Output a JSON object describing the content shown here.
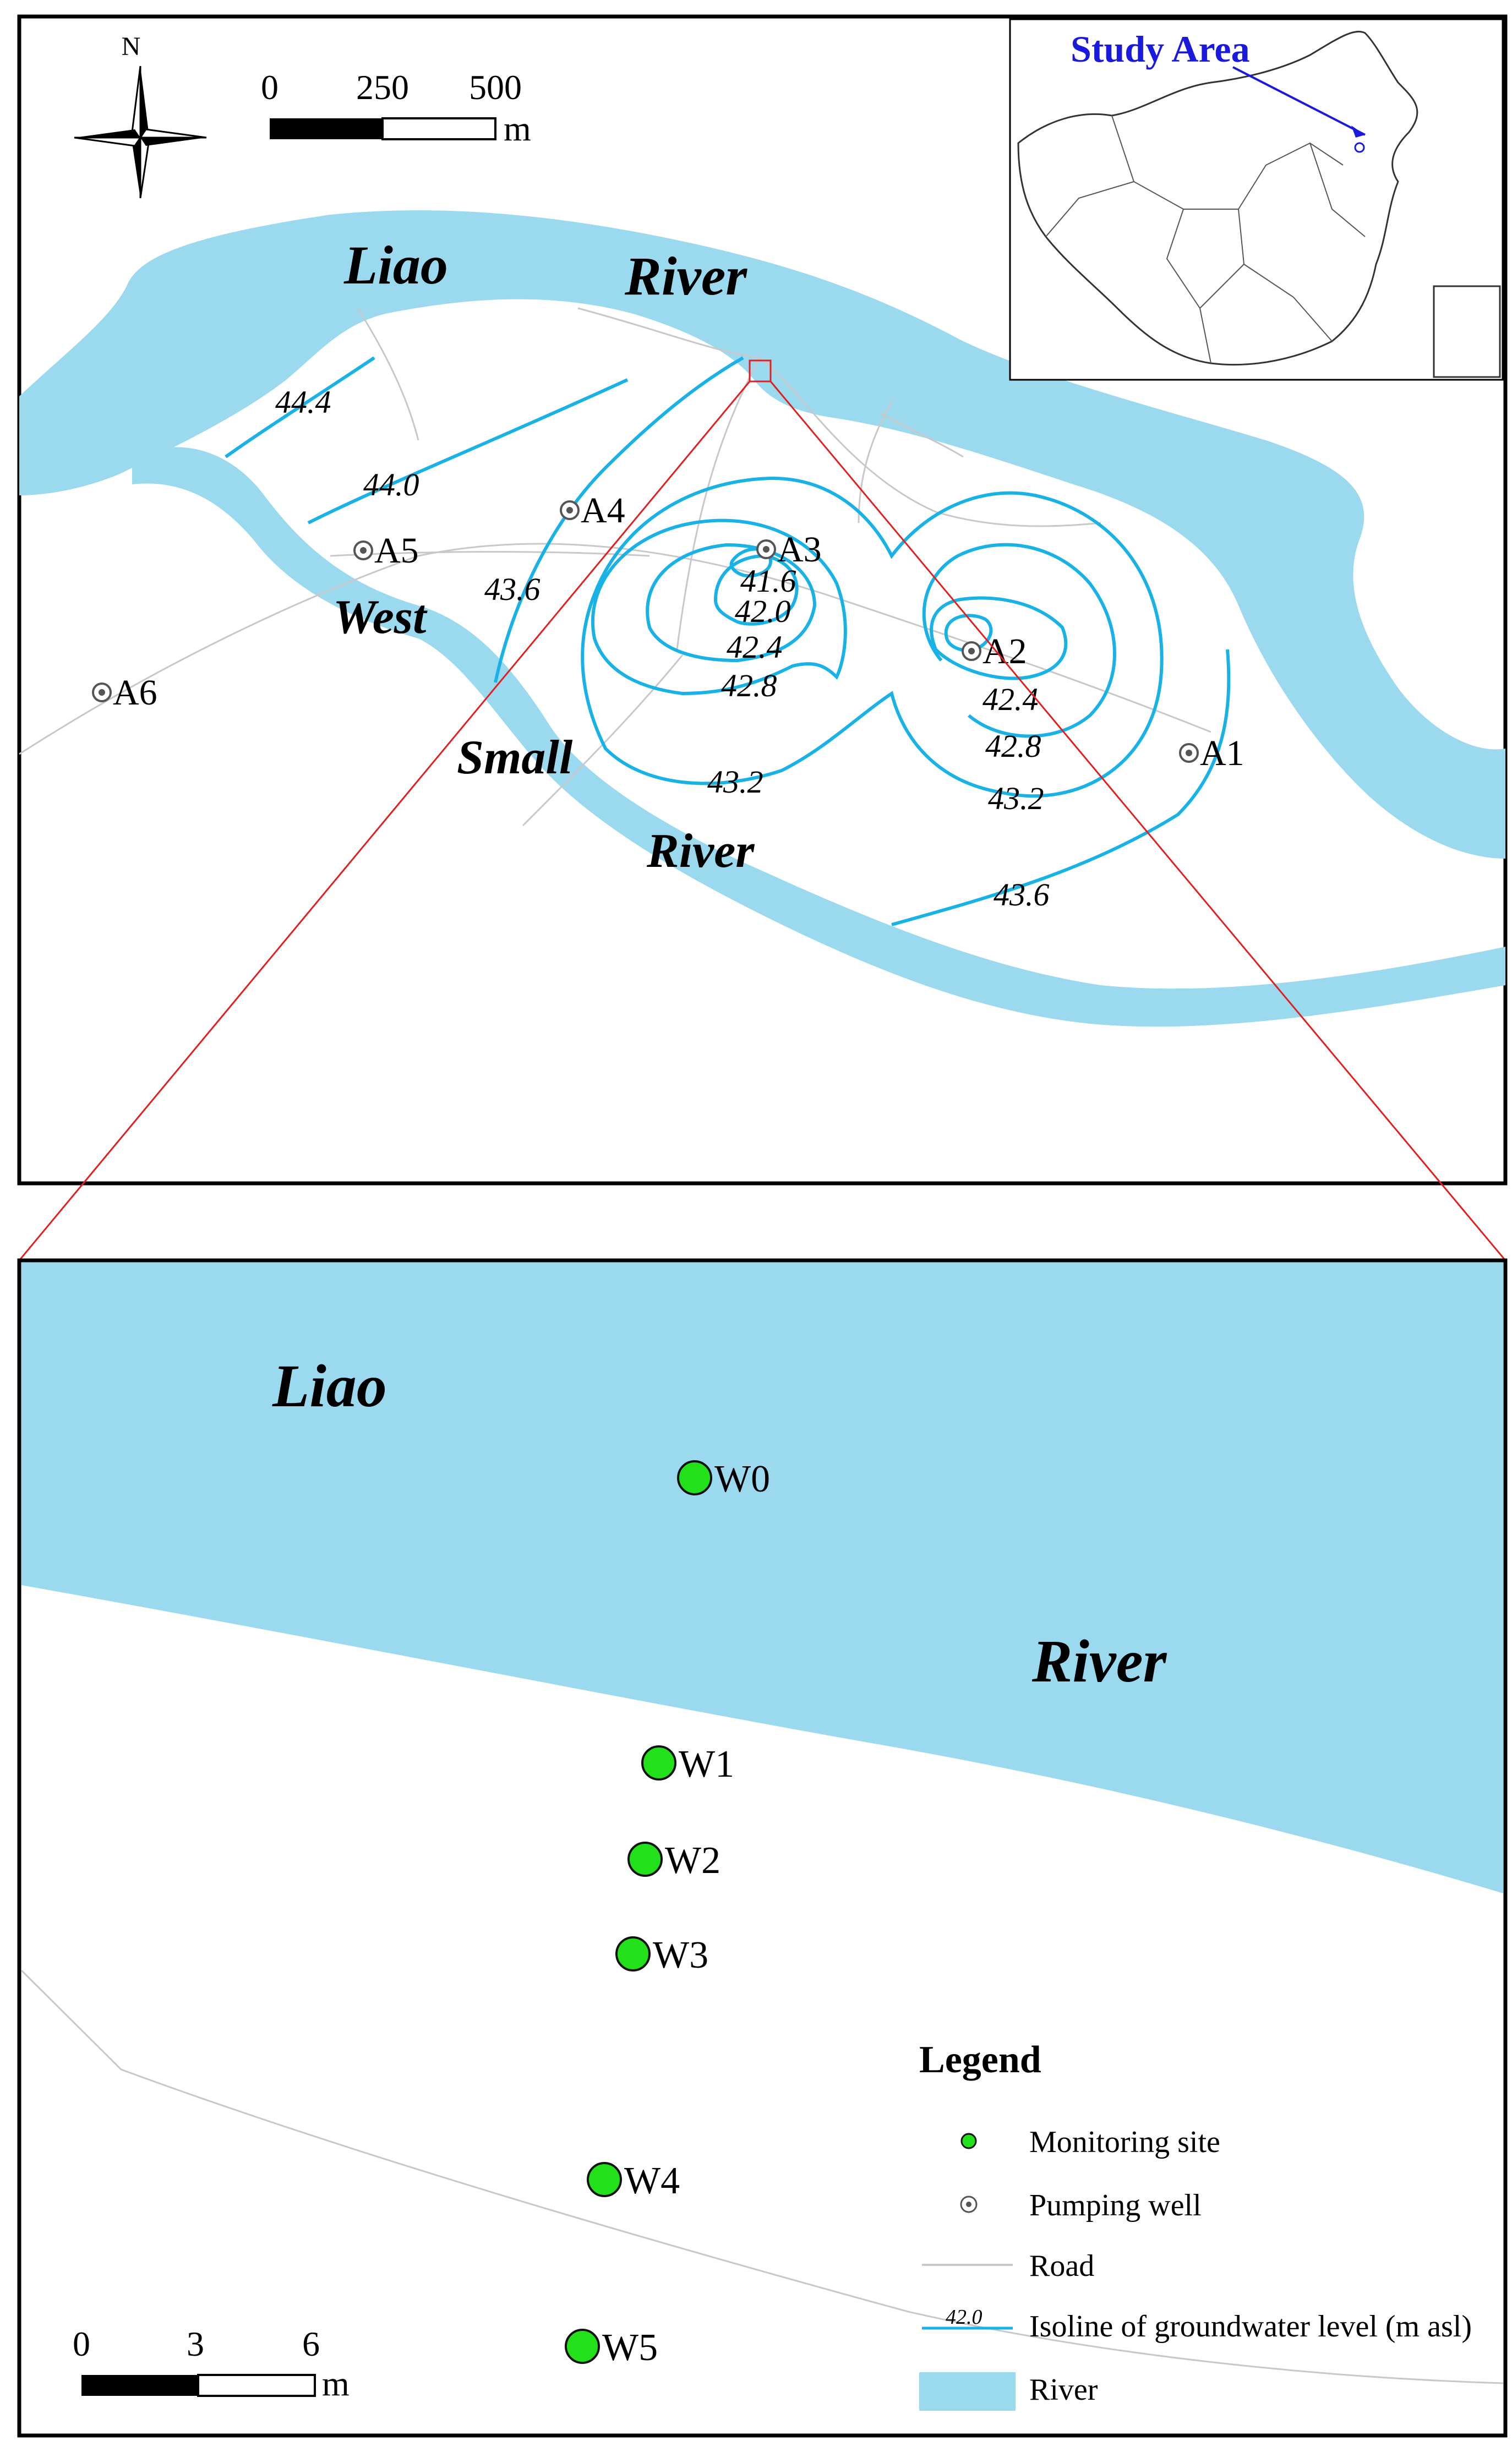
{
  "colors": {
    "river": "#9bd9ef",
    "isoline": "#19b2e6",
    "road": "#c8c8c8",
    "monitoring": "#22e01a",
    "zoom_line": "#e02020",
    "study_area_text": "#1a1adf"
  },
  "top_map": {
    "north_label": "N",
    "scale": {
      "ticks": [
        "0",
        "250",
        "500"
      ],
      "unit": "m"
    },
    "river_labels": {
      "liao": "Liao",
      "river1": "River",
      "west": "West",
      "small": "Small",
      "river2": "River"
    },
    "inset": {
      "title": "Study Area"
    },
    "wells": [
      {
        "id": "A1"
      },
      {
        "id": "A2"
      },
      {
        "id": "A3"
      },
      {
        "id": "A4"
      },
      {
        "id": "A5"
      },
      {
        "id": "A6"
      }
    ],
    "isoline_labels": [
      "44.4",
      "44.0",
      "43.6",
      "41.6",
      "42.0",
      "42.4",
      "42.8",
      "43.2",
      "42.4",
      "42.8",
      "43.2",
      "43.6"
    ]
  },
  "bottom_map": {
    "river_labels": {
      "liao": "Liao",
      "river": "River"
    },
    "sites": [
      {
        "id": "W0"
      },
      {
        "id": "W1"
      },
      {
        "id": "W2"
      },
      {
        "id": "W3"
      },
      {
        "id": "W4"
      },
      {
        "id": "W5"
      }
    ],
    "scale": {
      "ticks": [
        "0",
        "3",
        "6"
      ],
      "unit": "m"
    },
    "legend": {
      "title": "Legend",
      "items": [
        {
          "symbol": "monitoring-site",
          "label": "Monitoring site"
        },
        {
          "symbol": "pumping-well",
          "label": "Pumping well"
        },
        {
          "symbol": "road",
          "label": "Road"
        },
        {
          "symbol": "isoline",
          "label": "Isoline of groundwater level (m asl)",
          "sample_value": "42.0"
        },
        {
          "symbol": "river",
          "label": "River"
        }
      ]
    }
  }
}
